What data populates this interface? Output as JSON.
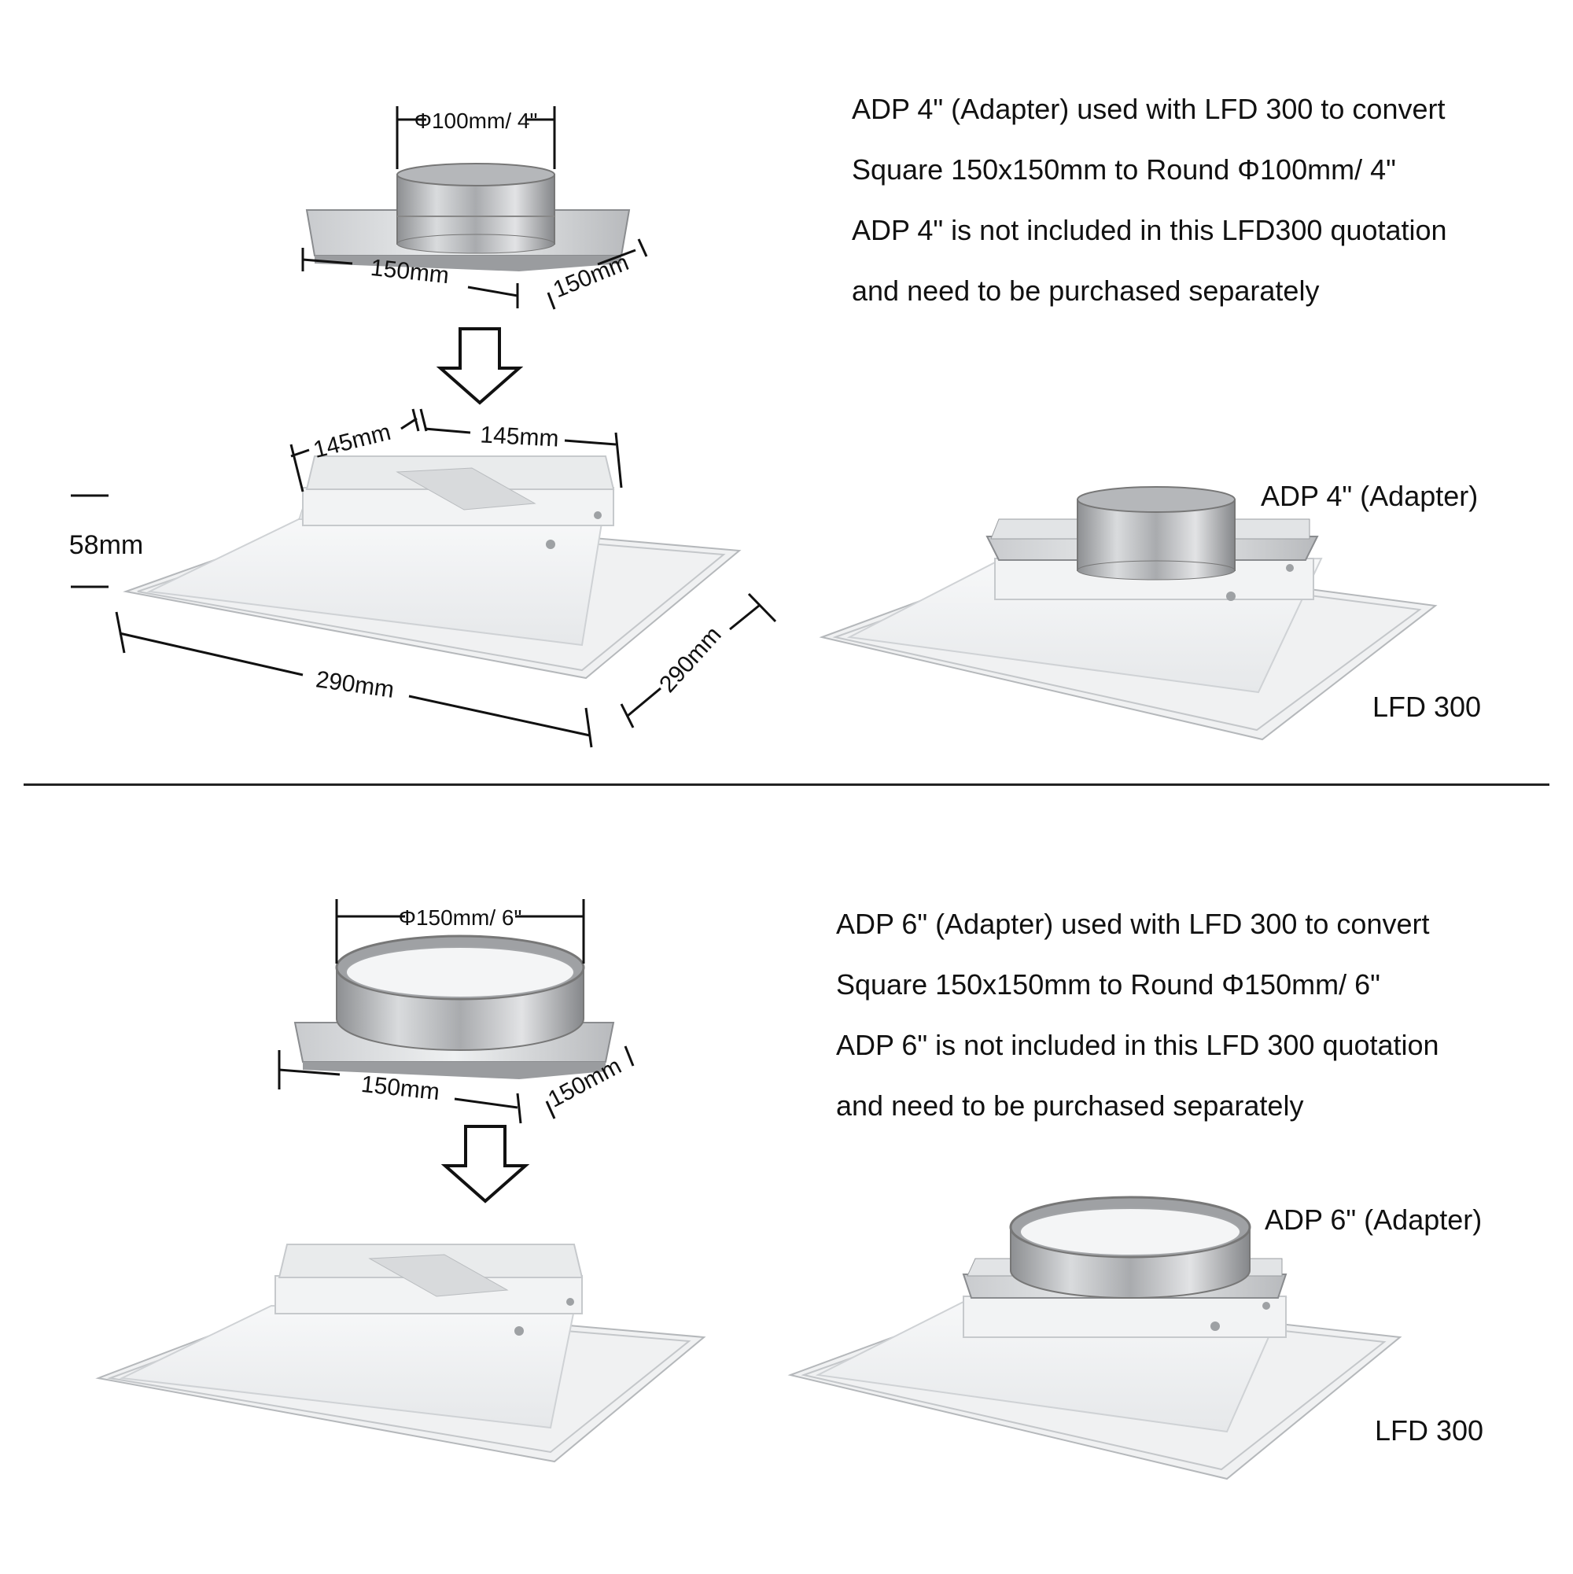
{
  "section_top": {
    "description": [
      "ADP 4\" (Adapter) used with LFD 300 to convert",
      "Square 150x150mm to Round Φ100mm/ 4\"",
      "ADP 4\" is not included in this LFD300 quotation",
      "and need to be purchased separately"
    ],
    "adapter_dims": {
      "diameter": "Φ100mm/ 4\"",
      "width": "150mm",
      "depth": "150mm"
    },
    "diffuser_dims": {
      "neck_width": "145mm",
      "neck_depth": "145mm",
      "height": "58mm",
      "width": "290mm",
      "depth": "290mm"
    },
    "assembled_adapter_label": "ADP 4\" (Adapter)",
    "assembled_diffuser_label": "LFD 300"
  },
  "section_bottom": {
    "description": [
      "ADP 6\" (Adapter) used with LFD 300 to convert",
      "Square 150x150mm to Round Φ150mm/ 6\"",
      "ADP 6\" is not included in this LFD 300 quotation",
      "and need to be purchased separately"
    ],
    "adapter_dims": {
      "diameter": "Φ150mm/ 6\"",
      "width": "150mm",
      "depth": "150mm"
    },
    "assembled_adapter_label": "ADP 6\" (Adapter)",
    "assembled_diffuser_label": "LFD 300"
  }
}
